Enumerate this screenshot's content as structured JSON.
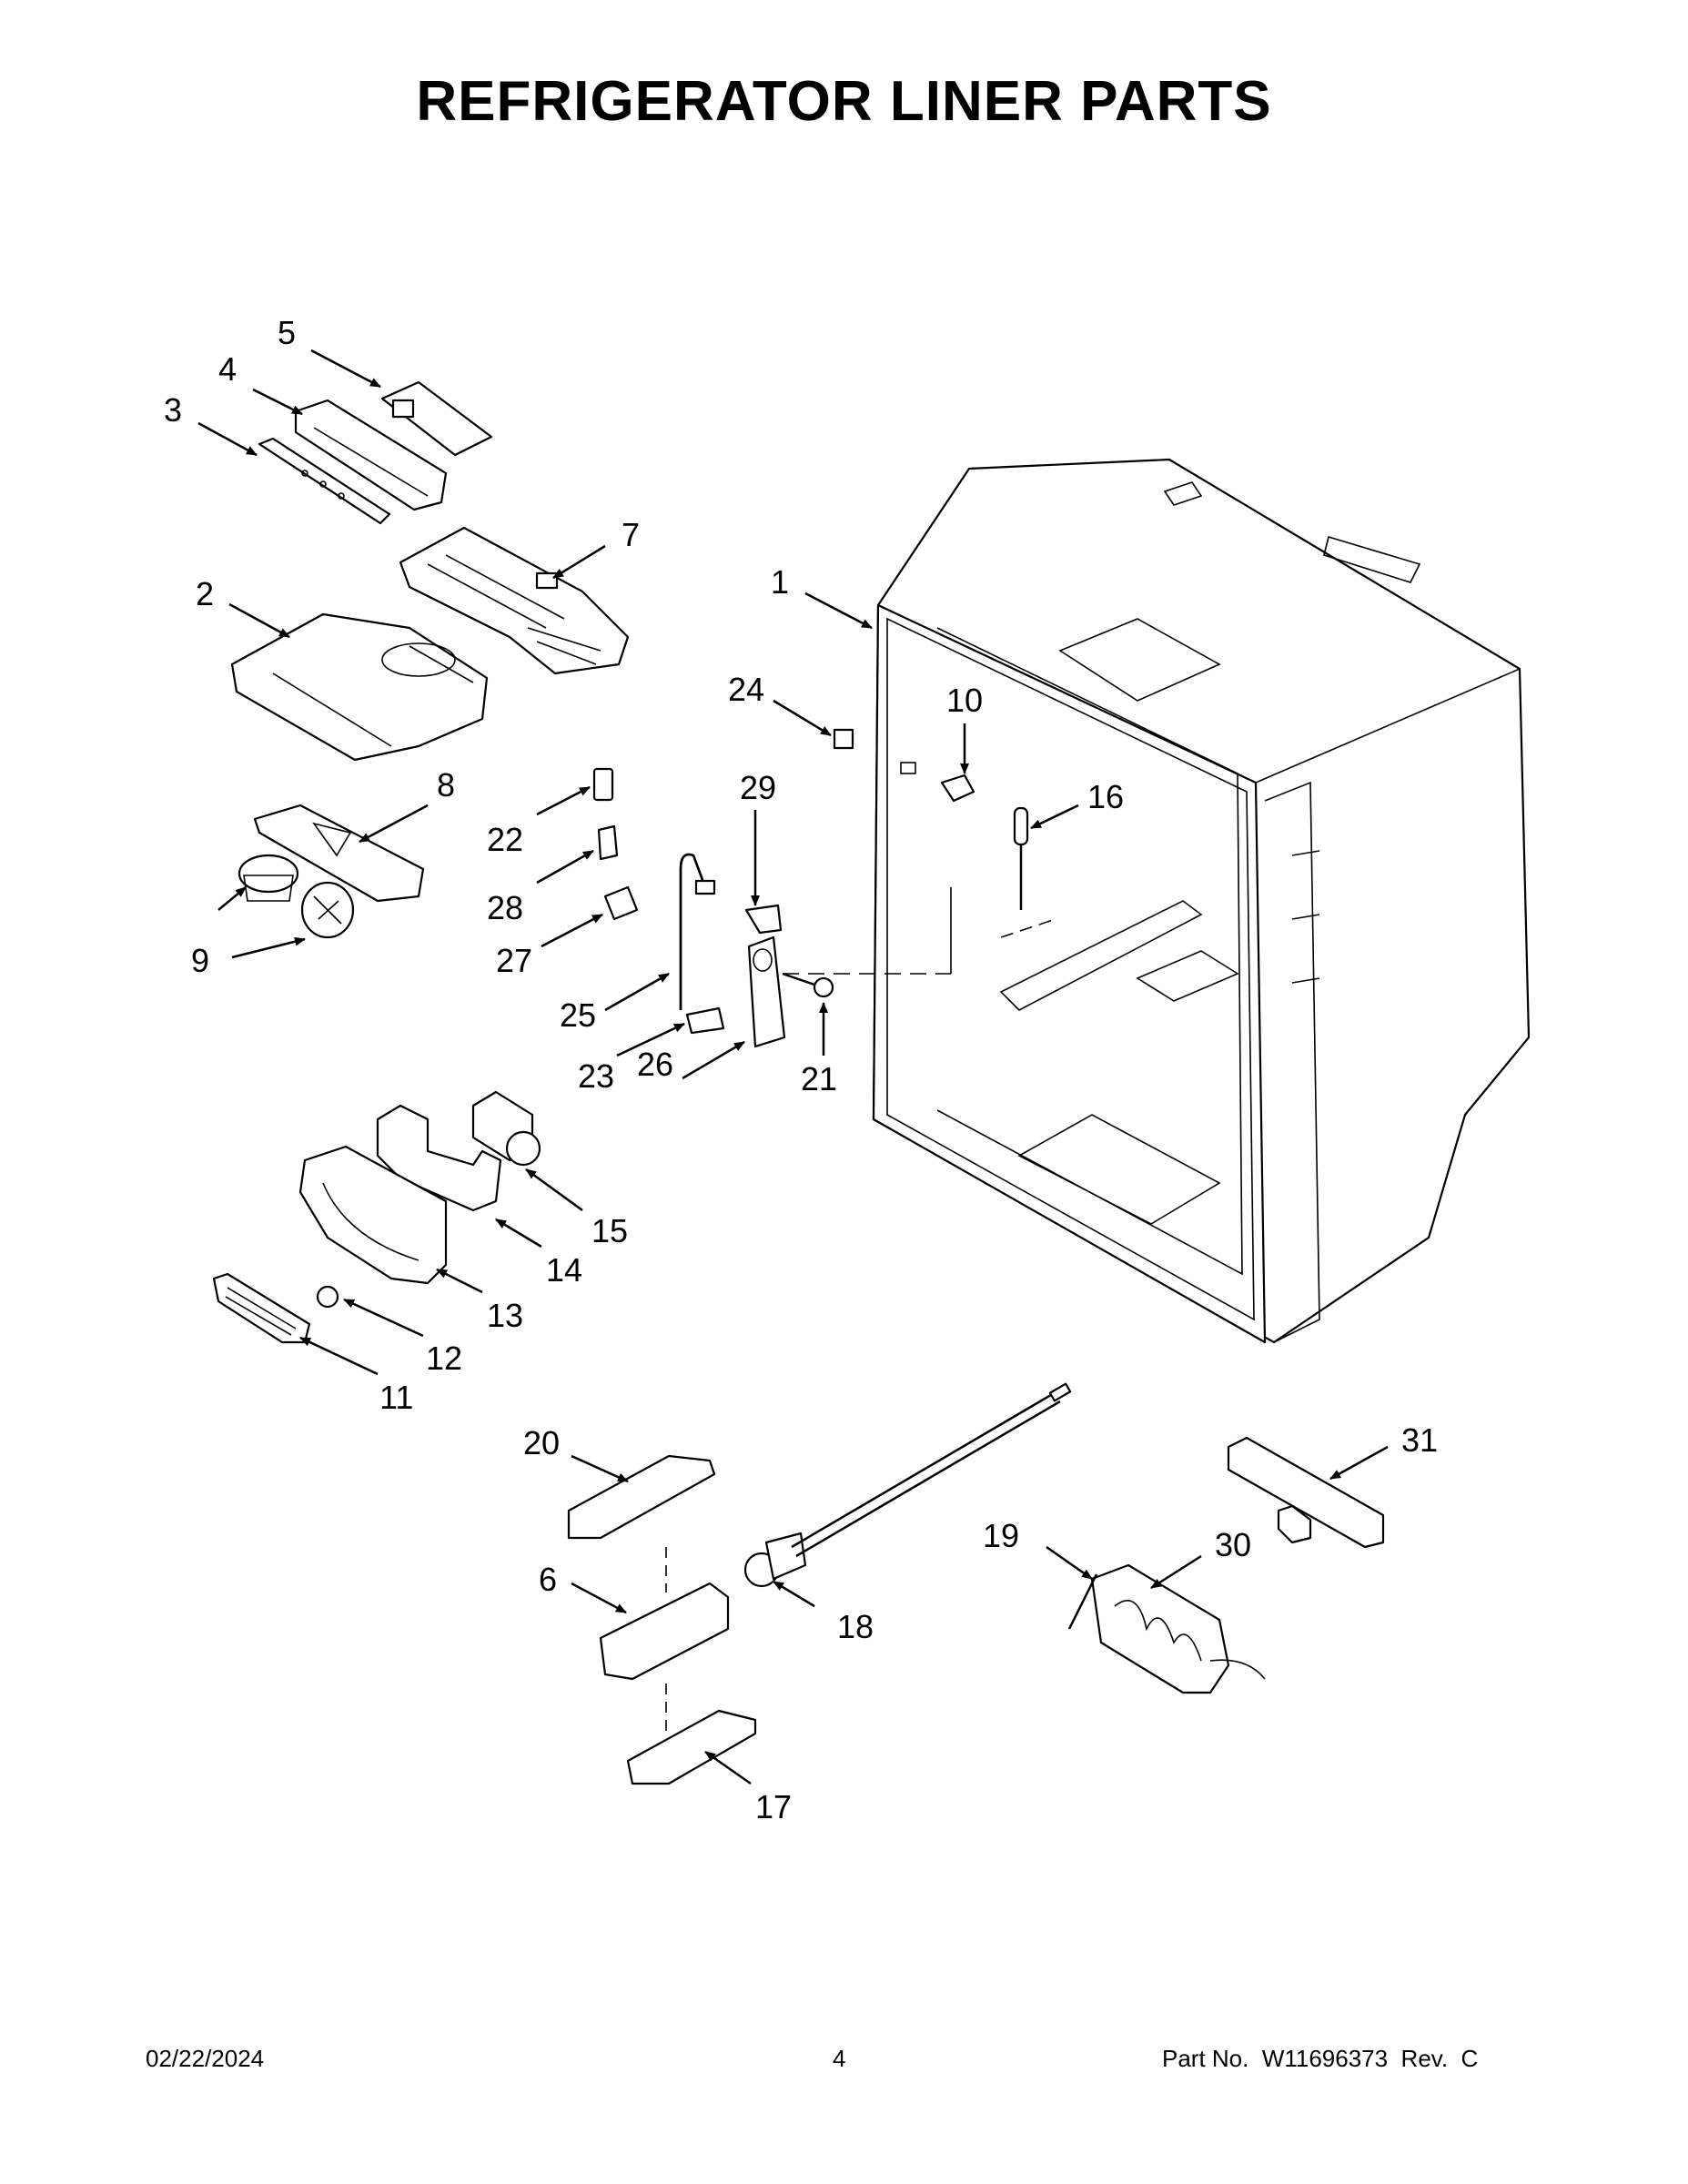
{
  "title": "REFRIGERATOR LINER PARTS",
  "footer": {
    "date": "02/22/2024",
    "page": "4",
    "part_number": "Part No.  W11696373  Rev.  C"
  },
  "callouts": [
    {
      "id": "1",
      "label": "1"
    },
    {
      "id": "2",
      "label": "2"
    },
    {
      "id": "3",
      "label": "3"
    },
    {
      "id": "4",
      "label": "4"
    },
    {
      "id": "5",
      "label": "5"
    },
    {
      "id": "6",
      "label": "6"
    },
    {
      "id": "7",
      "label": "7"
    },
    {
      "id": "8",
      "label": "8"
    },
    {
      "id": "9",
      "label": "9"
    },
    {
      "id": "10",
      "label": "10"
    },
    {
      "id": "11",
      "label": "11"
    },
    {
      "id": "12",
      "label": "12"
    },
    {
      "id": "13",
      "label": "13"
    },
    {
      "id": "14",
      "label": "14"
    },
    {
      "id": "15",
      "label": "15"
    },
    {
      "id": "16",
      "label": "16"
    },
    {
      "id": "17",
      "label": "17"
    },
    {
      "id": "18",
      "label": "18"
    },
    {
      "id": "19",
      "label": "19"
    },
    {
      "id": "20",
      "label": "20"
    },
    {
      "id": "21",
      "label": "21"
    },
    {
      "id": "22",
      "label": "22"
    },
    {
      "id": "23",
      "label": "23"
    },
    {
      "id": "24",
      "label": "24"
    },
    {
      "id": "25",
      "label": "25"
    },
    {
      "id": "26",
      "label": "26"
    },
    {
      "id": "27",
      "label": "27"
    },
    {
      "id": "28",
      "label": "28"
    },
    {
      "id": "29",
      "label": "29"
    },
    {
      "id": "30",
      "label": "30"
    },
    {
      "id": "31",
      "label": "31"
    }
  ]
}
